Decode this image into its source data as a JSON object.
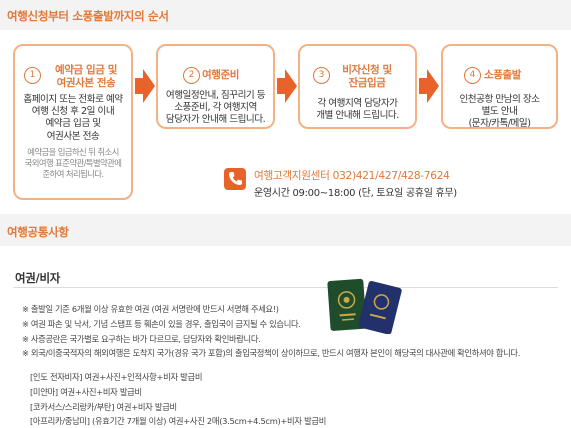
{
  "section1": {
    "title": "여행신청부터 소풍출발까지의 순서"
  },
  "steps": [
    {
      "num": "1",
      "title_lines": [
        "예약금 입금 및",
        "여권사본 전송"
      ],
      "desc_lines": [
        "홈페이지 또는 전화로 예약",
        "여행 신청 후 2일 이내",
        "예약금 입금 및",
        "여권사본 전송"
      ],
      "note_lines": [
        "예약금을 입금하신 뒤 취소시",
        "국외여행 표준약관/특별약관에",
        "준하여 처리됩니다."
      ]
    },
    {
      "num": "2",
      "title_lines": [
        "여행준비"
      ],
      "desc_lines": [
        "여행일정안내, 짐꾸리기 등",
        "소풍준비, 각 여행지역",
        "담당자가 안내해 드립니다."
      ]
    },
    {
      "num": "3",
      "title_lines": [
        "비자신청 및",
        "잔금입금"
      ],
      "desc_lines": [
        "각 여행지역 담당자가",
        "개별 안내해 드립니다."
      ]
    },
    {
      "num": "4",
      "title_lines": [
        "소풍출발"
      ],
      "desc_lines": [
        "인천공항 만남의 장소",
        "별도 안내",
        "(문자/카톡/메일)"
      ]
    }
  ],
  "contact": {
    "line1": "여행고객지원센터  032)421/427/428-7624",
    "line2": "운영시간 09:00~18:00  (단, 토요일 공휴일 휴무)"
  },
  "section2": {
    "title": "여행공통사항"
  },
  "passport": {
    "title": "여권/비자",
    "notices": [
      "※ 출발일 기준 6개월 이상 유효한 여권 (여권 서명란에 반드시 서명해 주세요!)",
      "※ 여권 파손 및 낙서, 기념 스탬프 등 훼손이 있을 경우, 출입국이 금지될 수 있습니다.",
      "※ 사증공란은 국가별로 요구하는 바가 다르므로, 담당자와 확인바랍니다.",
      "※ 외국/이중국적자의 해외여행은 도착지 국가(경유 국가 포함)의 출입국정책이 상이하므로, 반드시 여행자 본인이 해당국의 대사관에 확인하셔야 합니다."
    ],
    "visa_lines": [
      "[인도 전자비자] 여권+사진+인적사항+비자 발급비",
      "[미얀마] 여권+사진+비자 발급비",
      "[코카서스/스리랑카/부탄] 여권+비자 발급비",
      "[아프리카/중남미] (유효기간 7개월 이상) 여권+사진 2매(3.5cm+4.5cm)+비자 발급비"
    ]
  },
  "colors": {
    "accent": "#e0793a",
    "border": "#f4b184",
    "arrow": "#e8632a",
    "passport_green": "#1f4d2b",
    "passport_navy": "#22306b"
  }
}
